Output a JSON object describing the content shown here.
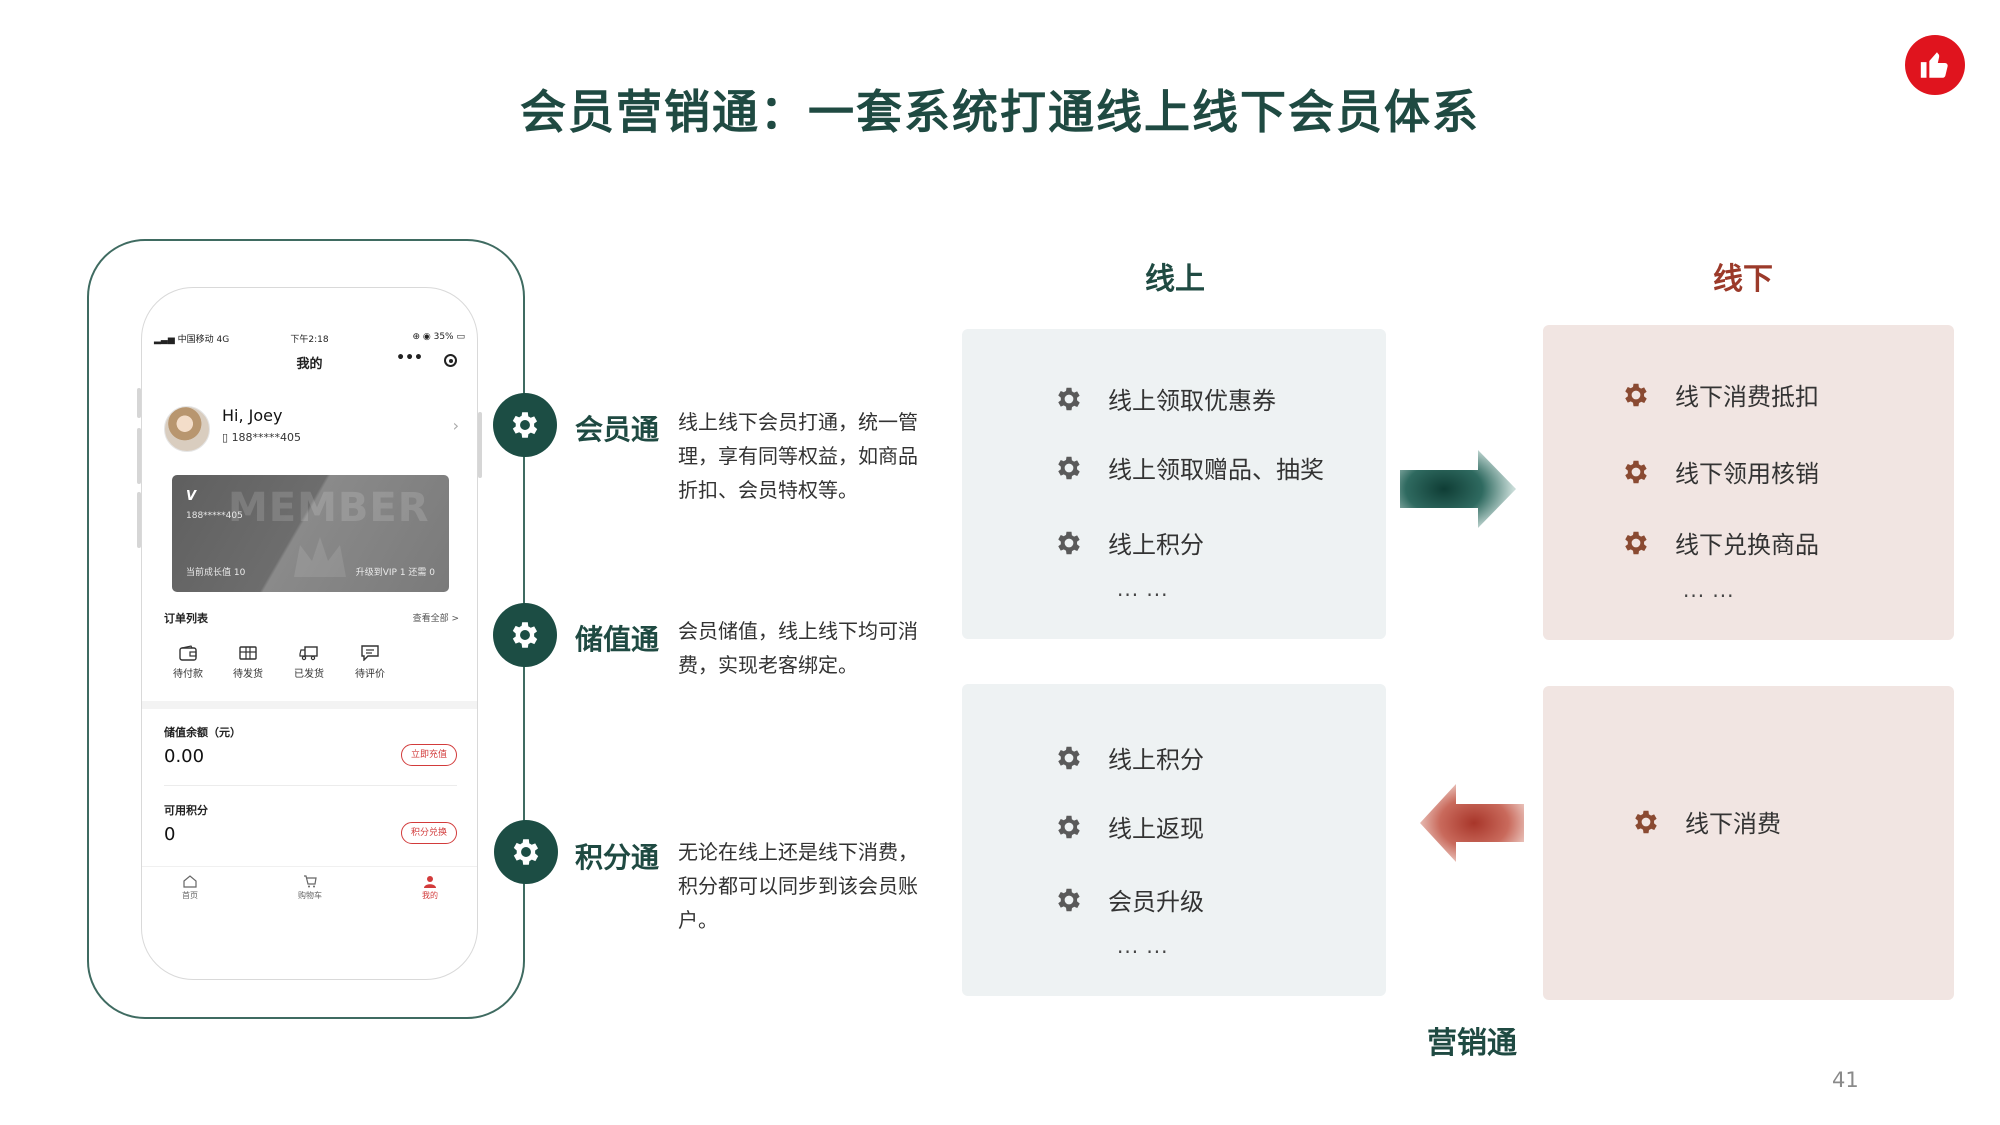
{
  "title": "会员营销通：一套系统打通线上线下会员体系",
  "phone": {
    "status": {
      "carrier": "中国移动 4G",
      "time": "下午2:18",
      "battery": "35%"
    },
    "nav_title": "我的",
    "nav_more": "•••",
    "user": {
      "greeting": "Hi, Joey",
      "phone": "188*****405"
    },
    "card": {
      "logo": "V",
      "watermark": "MEMBER",
      "phone": "188*****405",
      "growth": "当前成长值 10",
      "upgrade": "升级到VIP 1 还需 0"
    },
    "orders": {
      "title": "订单列表",
      "view_all": "查看全部 >",
      "items": [
        "待付款",
        "待发货",
        "已发货",
        "待评价"
      ]
    },
    "balance": {
      "label": "储值余额（元）",
      "value": "0.00",
      "button": "立即充值"
    },
    "points": {
      "label": "可用积分",
      "value": "0",
      "button": "积分兑换"
    },
    "tabs": [
      "首页",
      "购物车",
      "我的"
    ]
  },
  "features": [
    {
      "title": "会员通",
      "desc": "线上线下会员打通，统一管理，享有同等权益，如商品折扣、会员特权等。",
      "icon": "gear-icon"
    },
    {
      "title": "储值通",
      "desc": "会员储值，线上线下均可消费，实现老客绑定。",
      "icon": "gear-icon"
    },
    {
      "title": "积分通",
      "desc": "无论在线上还是线下消费，积分都可以同步到该会员账户。",
      "icon": "gear-icon"
    }
  ],
  "columns": {
    "online": "线上",
    "offline": "线下"
  },
  "online_top": {
    "items": [
      "线上领取优惠券",
      "线上领取赠品、抽奖",
      "线上积分"
    ],
    "ellipsis": "... ..."
  },
  "offline_top": {
    "items": [
      "线下消费抵扣",
      "线下领用核销",
      "线下兑换商品"
    ],
    "ellipsis": "... ..."
  },
  "online_bottom": {
    "items": [
      "线上积分",
      "线上返现",
      "会员升级"
    ],
    "ellipsis": "... ..."
  },
  "offline_bottom": {
    "items": [
      "线下消费"
    ]
  },
  "bottom_label": "营销通",
  "page_number": "41",
  "colors": {
    "title": "#1f4a42",
    "feature_icon_bg": "#1c4d44",
    "online_header": "#1f4a42",
    "offline_header": "#9b3a2a",
    "online_box": "#eef2f3",
    "offline_box": "#f1e5e2",
    "online_gear": "#5a5a5a",
    "offline_gear": "#8a4a32",
    "arrow_right": "#1c4d44",
    "arrow_left": "#b44a3a",
    "accent_red": "#e0141e"
  }
}
